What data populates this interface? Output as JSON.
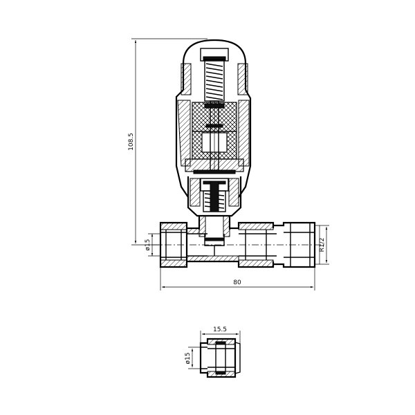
{
  "dimensions": {
    "height": "108.5",
    "pipe_diameter": "ø15",
    "thread": "R1/2",
    "length": "80",
    "adapter_length": "15.5",
    "adapter_diameter": "ø15"
  },
  "colors": {
    "line": "#000000",
    "background": "#ffffff"
  }
}
